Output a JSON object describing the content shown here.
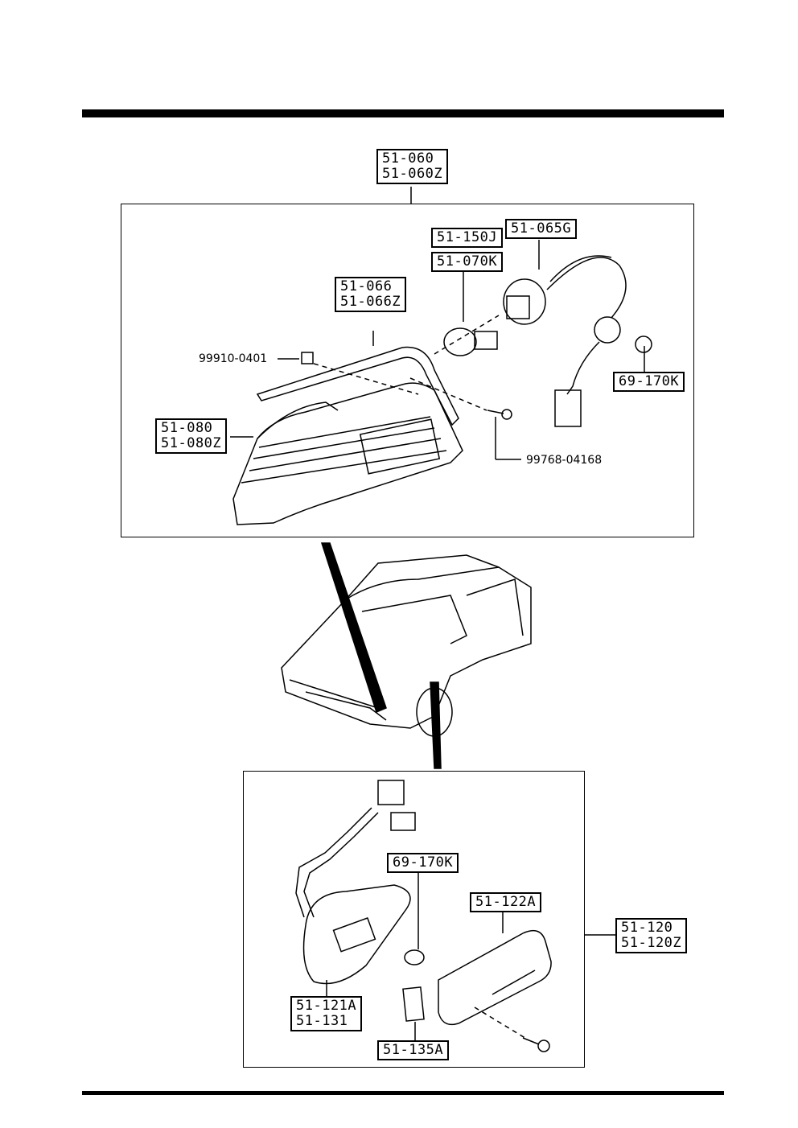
{
  "upper_group": {
    "assembly": [
      "51-060",
      "51-060Z"
    ],
    "bulb": "51-150J",
    "socket": "51-065G",
    "wedge_bulb": "51-070K",
    "gasket": [
      "51-066",
      "51-066Z"
    ],
    "clip": "99910-0401",
    "side_bulb": "69-170K",
    "screw": "99768-04168",
    "lens_housing": [
      "51-080",
      "51-080Z"
    ]
  },
  "lower_group": {
    "bulb": "69-170K",
    "lens": "51-122A",
    "assembly": [
      "51-120",
      "51-120Z"
    ],
    "base": [
      "51-121A",
      "51-131"
    ],
    "pad": "51-135A"
  }
}
